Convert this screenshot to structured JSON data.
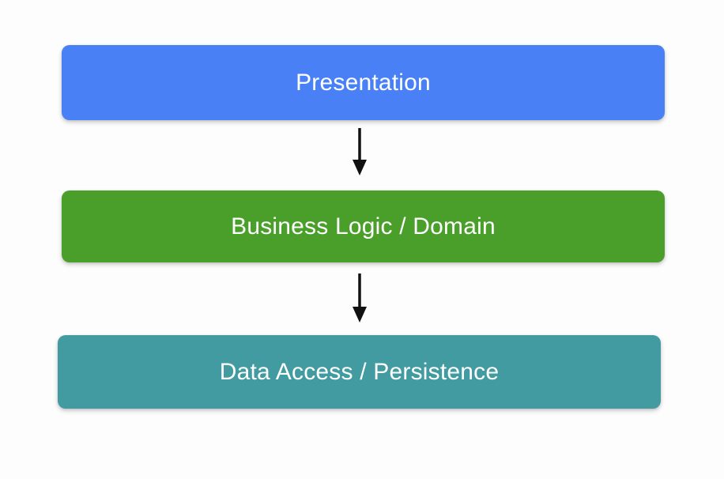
{
  "diagram": {
    "type": "layered-architecture",
    "background_color": "#fdfdfd",
    "label_color": "#ffffff",
    "arrow_color": "#111111",
    "layers": [
      {
        "id": "presentation",
        "label": "Presentation",
        "color": "#4a80f5"
      },
      {
        "id": "business",
        "label": "Business Logic / Domain",
        "color": "#4a9e2a"
      },
      {
        "id": "data",
        "label": "Data Access / Persistence",
        "color": "#419ba0"
      }
    ],
    "connectors": [
      {
        "id": "arrow-1",
        "from": "presentation",
        "to": "business",
        "direction": "down"
      },
      {
        "id": "arrow-2",
        "from": "business",
        "to": "data",
        "direction": "down"
      }
    ]
  }
}
